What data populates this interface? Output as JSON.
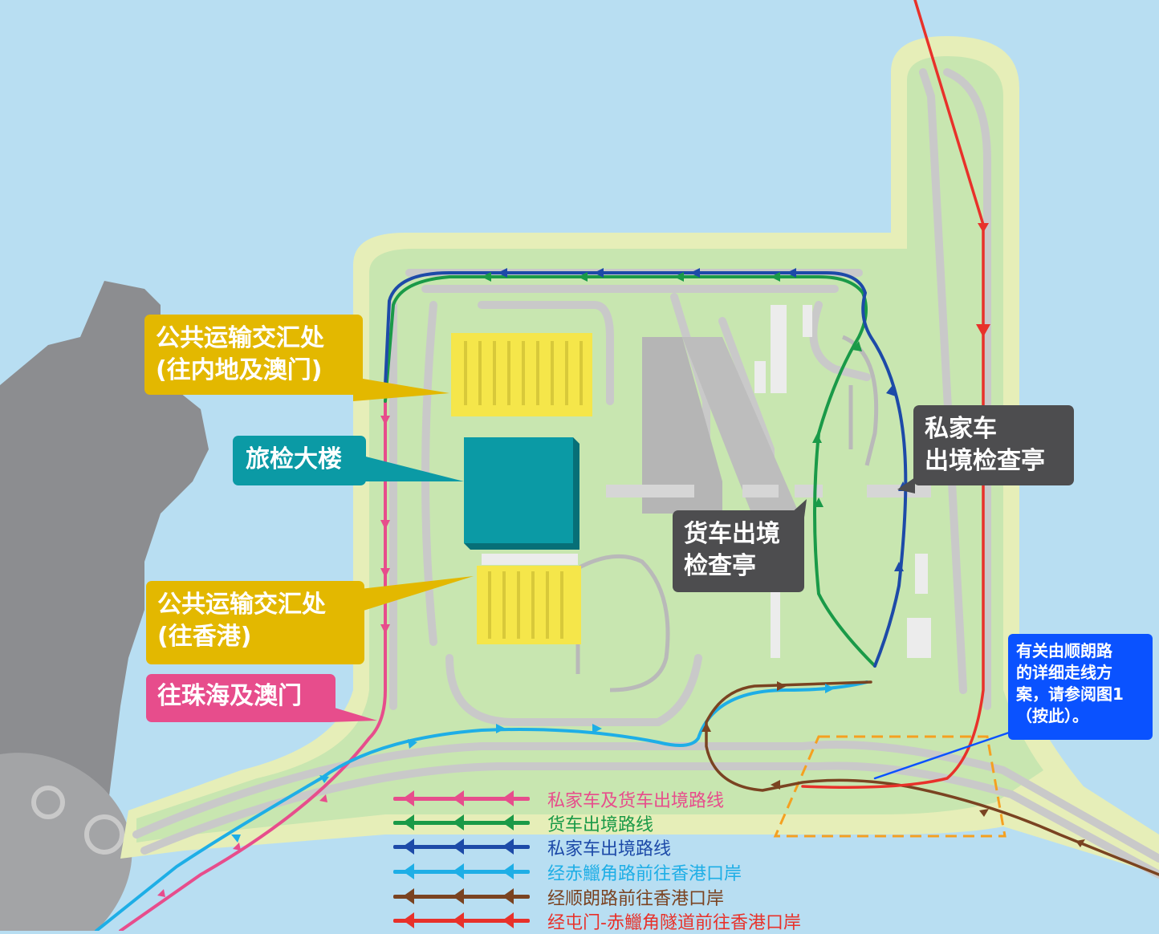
{
  "callouts": {
    "pti_mainland": {
      "line1": "公共运输交汇处",
      "line2": "(往内地及澳门)"
    },
    "passenger_building": {
      "line1": "旅检大楼"
    },
    "pti_hk": {
      "line1": "公共运输交汇处",
      "line2": "(往香港)"
    },
    "to_zhuhai": {
      "line1": "往珠海及澳门"
    },
    "goods_kiosk": {
      "line1": "货车出境",
      "line2": "检查亭"
    },
    "private_kiosk": {
      "line1": "私家车",
      "line2": "出境检查亭"
    },
    "sl_note": {
      "line1": "有关由顺朗路",
      "line2": "的详细走线方",
      "line3": "案，请参阅图1",
      "line4": "（按此）。"
    }
  },
  "legend": [
    {
      "label": "私家车及货车出境路线",
      "color": "#e74d8c"
    },
    {
      "label": "货车出境路线",
      "color": "#1a9a48"
    },
    {
      "label": "私家车出境路线",
      "color": "#1d4aa8"
    },
    {
      "label": "经赤鱲角路前往香港口岸",
      "color": "#1eaee6"
    },
    {
      "label": "经顺朗路前往香港口岸",
      "color": "#7a4321"
    },
    {
      "label": "经屯门-赤鱲角隧道前往香港口岸",
      "color": "#e8312a"
    }
  ],
  "colors": {
    "sea": "#b8def2",
    "island_fill": "#c8e6b0",
    "island_rim": "#e6eeb8",
    "land": "#8c8d90",
    "roads": "#c9c9c9",
    "buildings": "#e8e8e8",
    "parking": "#f5e64a",
    "passenger_building": "#0b9aa5",
    "study_area": "#f5a020"
  }
}
